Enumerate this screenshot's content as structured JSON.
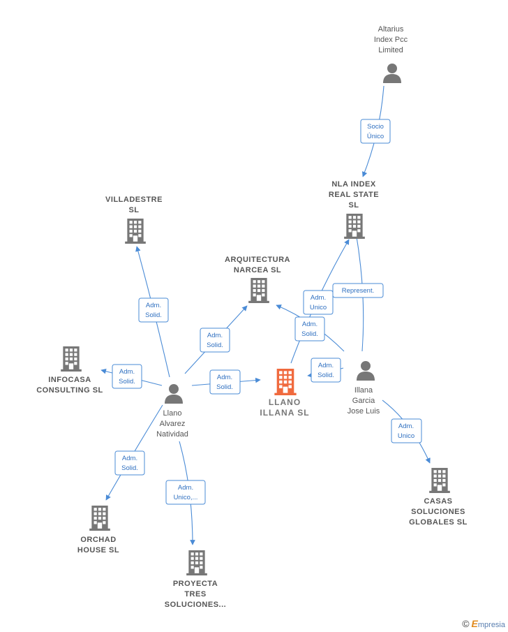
{
  "colors": {
    "edge": "#4a8bd6",
    "building": "#777777",
    "main": "#f06a3e",
    "person": "#777777"
  },
  "nodes": [
    {
      "id": "altarius",
      "type": "person",
      "lines": [
        "Altarius",
        "Index Pcc",
        "Limited"
      ]
    },
    {
      "id": "nla",
      "type": "company",
      "lines": [
        "NLA INDEX",
        "REAL STATE",
        "SL"
      ]
    },
    {
      "id": "villadestre",
      "type": "company",
      "lines": [
        "VILLADESTRE",
        "SL"
      ]
    },
    {
      "id": "arquitectura",
      "type": "company",
      "lines": [
        "ARQUITECTURA",
        "NARCEA  SL"
      ]
    },
    {
      "id": "infocasa",
      "type": "company",
      "lines": [
        "INFOCASA",
        "CONSULTING SL"
      ]
    },
    {
      "id": "llano_illana",
      "type": "main",
      "lines": [
        "LLANO",
        "ILLANA  SL"
      ]
    },
    {
      "id": "llano_alvarez",
      "type": "person",
      "lines": [
        "Llano",
        "Alvarez",
        "Natividad"
      ]
    },
    {
      "id": "illana_garcia",
      "type": "person",
      "lines": [
        "Illana",
        "Garcia",
        "Jose Luis"
      ]
    },
    {
      "id": "casas",
      "type": "company",
      "lines": [
        "CASAS",
        "SOLUCIONES",
        "GLOBALES  SL"
      ]
    },
    {
      "id": "orchad",
      "type": "company",
      "lines": [
        "ORCHAD",
        "HOUSE SL"
      ]
    },
    {
      "id": "proyecta",
      "type": "company",
      "lines": [
        "PROYECTA",
        "TRES",
        "SOLUCIONES..."
      ]
    }
  ],
  "edges": [
    {
      "id": "e_socio",
      "from": "altarius",
      "to": "nla",
      "lines": [
        "Socio",
        "Único"
      ]
    },
    {
      "id": "e_villa",
      "from": "llano_alvarez",
      "to": "villadestre",
      "lines": [
        "Adm.",
        "Solid."
      ]
    },
    {
      "id": "e_arq_a",
      "from": "llano_alvarez",
      "to": "arquitectura",
      "lines": [
        "Adm.",
        "Solid."
      ]
    },
    {
      "id": "e_info",
      "from": "llano_alvarez",
      "to": "infocasa",
      "lines": [
        "Adm.",
        "Solid."
      ]
    },
    {
      "id": "e_main_a",
      "from": "llano_alvarez",
      "to": "llano_illana",
      "lines": [
        "Adm.",
        "Solid."
      ]
    },
    {
      "id": "e_orchad",
      "from": "llano_alvarez",
      "to": "orchad",
      "lines": [
        "Adm.",
        "Solid."
      ]
    },
    {
      "id": "e_proy",
      "from": "llano_alvarez",
      "to": "proyecta",
      "lines": [
        "Adm.",
        "Unico,..."
      ]
    },
    {
      "id": "e_nla_unico",
      "from": "llano_illana",
      "to": "nla",
      "lines": [
        "Adm.",
        "Unico"
      ]
    },
    {
      "id": "e_nla_rep",
      "from": "illana_garcia",
      "to": "nla",
      "lines": [
        "Represent."
      ]
    },
    {
      "id": "e_arq_i",
      "from": "illana_garcia",
      "to": "arquitectura",
      "lines": [
        "Adm.",
        "Solid."
      ]
    },
    {
      "id": "e_main_i",
      "from": "illana_garcia",
      "to": "llano_illana",
      "lines": [
        "Adm.",
        "Solid."
      ]
    },
    {
      "id": "e_casas",
      "from": "illana_garcia",
      "to": "casas",
      "lines": [
        "Adm.",
        "Unico"
      ]
    }
  ],
  "footer": {
    "copyright": "©",
    "brand_first": "E",
    "brand_rest": "mpresia"
  }
}
